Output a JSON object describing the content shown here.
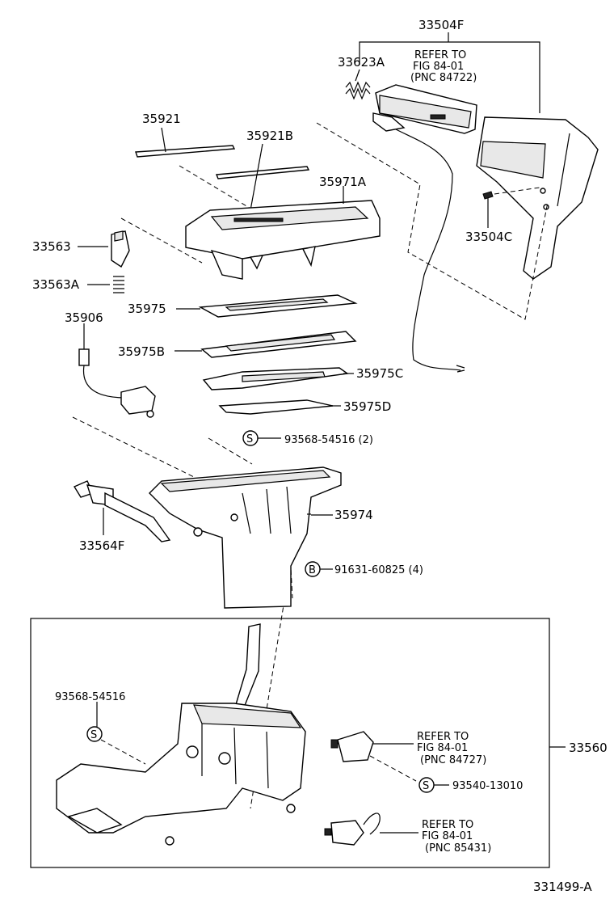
{
  "labels": {
    "p33504F": "33504F",
    "p33623A": "33623A",
    "refer1_l1": "REFER TO",
    "refer1_l2": "FIG 84-01",
    "refer1_l3": "(PNC 84722)",
    "p35921": "35921",
    "p35921B": "35921B",
    "p35971A": "35971A",
    "p33504C": "33504C",
    "p33563": "33563",
    "p33563A": "33563A",
    "p35975": "35975",
    "p35906": "35906",
    "p35975B": "35975B",
    "p35975C": "35975C",
    "p35975D": "35975D",
    "s_symbol": "S",
    "b_symbol": "B",
    "p93568_54516_2": "93568-54516 (2)",
    "p35974": "35974",
    "p33564F": "33564F",
    "p91631_60825_4": "91631-60825 (4)",
    "p93568_54516": "93568-54516",
    "refer2_l1": "REFER TO",
    "refer2_l2": "FIG 84-01",
    "refer2_l3": "(PNC 84727)",
    "p33560": "33560",
    "p93540_13010": "93540-13010",
    "refer3_l1": "REFER TO",
    "refer3_l2": "FIG 84-01",
    "refer3_l3": "(PNC 85431)",
    "figure_id": "331499-A"
  }
}
